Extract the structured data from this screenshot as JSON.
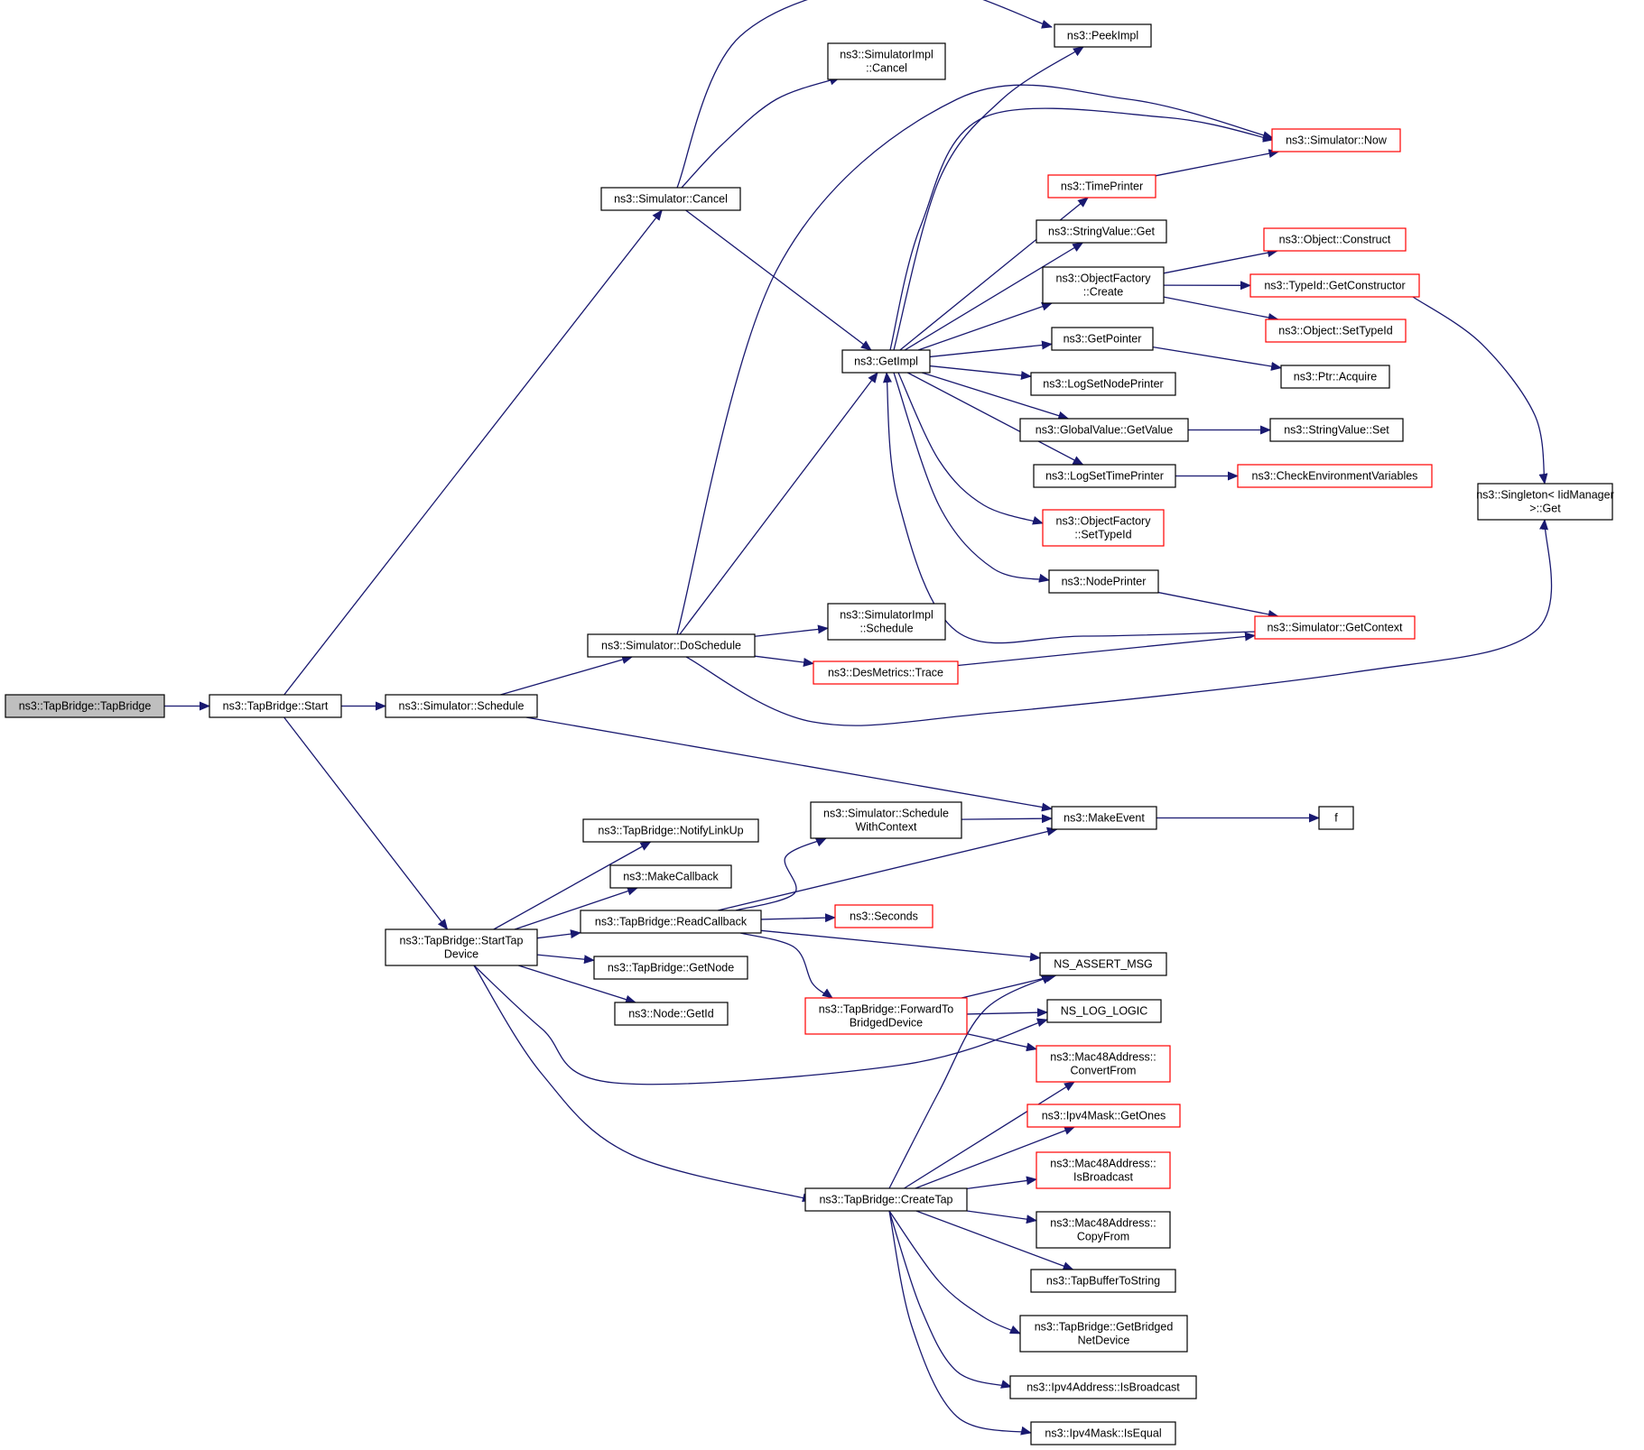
{
  "colors": {
    "edge": "#191970",
    "border_normal": "#000000",
    "border_truncated": "#ff0000",
    "fill_normal": "#ffffff",
    "fill_root": "#bfbfbf"
  },
  "nodes": [
    {
      "id": "n_tapbridge_ctor",
      "lines": [
        "ns3::TapBridge::TapBridge"
      ],
      "style": "root"
    },
    {
      "id": "n_start",
      "lines": [
        "ns3::TapBridge::Start"
      ],
      "style": "normal"
    },
    {
      "id": "n_sim_schedule",
      "lines": [
        "ns3::Simulator::Schedule"
      ],
      "style": "normal"
    },
    {
      "id": "n_sim_cancel",
      "lines": [
        "ns3::Simulator::Cancel"
      ],
      "style": "normal"
    },
    {
      "id": "n_sim_doschedule",
      "lines": [
        "ns3::Simulator::DoSchedule"
      ],
      "style": "normal"
    },
    {
      "id": "n_starttapdevice",
      "lines": [
        "ns3::TapBridge::StartTap",
        "Device"
      ],
      "style": "normal"
    },
    {
      "id": "n_peekimpl",
      "lines": [
        "ns3::PeekImpl"
      ],
      "style": "normal"
    },
    {
      "id": "n_simimpl_cancel",
      "lines": [
        "ns3::SimulatorImpl",
        "::Cancel"
      ],
      "style": "normal"
    },
    {
      "id": "n_sim_now",
      "lines": [
        "ns3::Simulator::Now"
      ],
      "style": "truncated"
    },
    {
      "id": "n_timeprinter",
      "lines": [
        "ns3::TimePrinter"
      ],
      "style": "truncated"
    },
    {
      "id": "n_stringvalue_get",
      "lines": [
        "ns3::StringValue::Get"
      ],
      "style": "normal"
    },
    {
      "id": "n_objfactory_create",
      "lines": [
        "ns3::ObjectFactory",
        "::Create"
      ],
      "style": "normal"
    },
    {
      "id": "n_object_construct",
      "lines": [
        "ns3::Object::Construct"
      ],
      "style": "truncated"
    },
    {
      "id": "n_typeid_getconstructor",
      "lines": [
        "ns3::TypeId::GetConstructor"
      ],
      "style": "truncated"
    },
    {
      "id": "n_object_settypeid",
      "lines": [
        "ns3::Object::SetTypeId"
      ],
      "style": "truncated"
    },
    {
      "id": "n_getimpl",
      "lines": [
        "ns3::GetImpl"
      ],
      "style": "normal"
    },
    {
      "id": "n_getpointer",
      "lines": [
        "ns3::GetPointer"
      ],
      "style": "normal"
    },
    {
      "id": "n_ptr_acquire",
      "lines": [
        "ns3::Ptr::Acquire"
      ],
      "style": "normal"
    },
    {
      "id": "n_logsetnodeprinter",
      "lines": [
        "ns3::LogSetNodePrinter"
      ],
      "style": "normal"
    },
    {
      "id": "n_globalvalue_getvalue",
      "lines": [
        "ns3::GlobalValue::GetValue"
      ],
      "style": "normal"
    },
    {
      "id": "n_stringvalue_set",
      "lines": [
        "ns3::StringValue::Set"
      ],
      "style": "normal"
    },
    {
      "id": "n_logsettimeprinter",
      "lines": [
        "ns3::LogSetTimePrinter"
      ],
      "style": "normal"
    },
    {
      "id": "n_checkenv",
      "lines": [
        "ns3::CheckEnvironmentVariables"
      ],
      "style": "truncated"
    },
    {
      "id": "n_singleton_get",
      "lines": [
        "ns3::Singleton< IidManager",
        ">::Get"
      ],
      "style": "normal"
    },
    {
      "id": "n_objfactory_settypeid",
      "lines": [
        "ns3::ObjectFactory",
        "::SetTypeId"
      ],
      "style": "truncated"
    },
    {
      "id": "n_nodeprinter",
      "lines": [
        "ns3::NodePrinter"
      ],
      "style": "normal"
    },
    {
      "id": "n_simimpl_schedule",
      "lines": [
        "ns3::SimulatorImpl",
        "::Schedule"
      ],
      "style": "normal"
    },
    {
      "id": "n_sim_getcontext",
      "lines": [
        "ns3::Simulator::GetContext"
      ],
      "style": "truncated"
    },
    {
      "id": "n_desmetrics_trace",
      "lines": [
        "ns3::DesMetrics::Trace"
      ],
      "style": "truncated"
    },
    {
      "id": "n_sim_schedulewithcontext",
      "lines": [
        "ns3::Simulator::Schedule",
        "WithContext"
      ],
      "style": "normal"
    },
    {
      "id": "n_makeevent",
      "lines": [
        "ns3::MakeEvent"
      ],
      "style": "normal"
    },
    {
      "id": "n_f",
      "lines": [
        "f"
      ],
      "style": "normal"
    },
    {
      "id": "n_notifylinkup",
      "lines": [
        "ns3::TapBridge::NotifyLinkUp"
      ],
      "style": "normal"
    },
    {
      "id": "n_makecallback",
      "lines": [
        "ns3::MakeCallback"
      ],
      "style": "normal"
    },
    {
      "id": "n_readcallback",
      "lines": [
        "ns3::TapBridge::ReadCallback"
      ],
      "style": "normal"
    },
    {
      "id": "n_seconds",
      "lines": [
        "ns3::Seconds"
      ],
      "style": "truncated"
    },
    {
      "id": "n_tb_getnode",
      "lines": [
        "ns3::TapBridge::GetNode"
      ],
      "style": "normal"
    },
    {
      "id": "n_node_getid",
      "lines": [
        "ns3::Node::GetId"
      ],
      "style": "normal"
    },
    {
      "id": "n_ns_assert_msg",
      "lines": [
        "NS_ASSERT_MSG"
      ],
      "style": "normal"
    },
    {
      "id": "n_forwardtobridged",
      "lines": [
        "ns3::TapBridge::ForwardTo",
        "BridgedDevice"
      ],
      "style": "truncated"
    },
    {
      "id": "n_ns_log_logic",
      "lines": [
        "NS_LOG_LOGIC"
      ],
      "style": "normal"
    },
    {
      "id": "n_mac48_convertfrom",
      "lines": [
        "ns3::Mac48Address::",
        "ConvertFrom"
      ],
      "style": "truncated"
    },
    {
      "id": "n_ipv4mask_getones",
      "lines": [
        "ns3::Ipv4Mask::GetOnes"
      ],
      "style": "truncated"
    },
    {
      "id": "n_mac48_isbroadcast",
      "lines": [
        "ns3::Mac48Address::",
        "IsBroadcast"
      ],
      "style": "truncated"
    },
    {
      "id": "n_createtap",
      "lines": [
        "ns3::TapBridge::CreateTap"
      ],
      "style": "normal"
    },
    {
      "id": "n_mac48_copyfrom",
      "lines": [
        "ns3::Mac48Address::",
        "CopyFrom"
      ],
      "style": "normal"
    },
    {
      "id": "n_tapbuffertostring",
      "lines": [
        "ns3::TapBufferToString"
      ],
      "style": "normal"
    },
    {
      "id": "n_getbridgednetdevice",
      "lines": [
        "ns3::TapBridge::GetBridged",
        "NetDevice"
      ],
      "style": "normal"
    },
    {
      "id": "n_ipv4addr_isbroadcast",
      "lines": [
        "ns3::Ipv4Address::IsBroadcast"
      ],
      "style": "normal"
    },
    {
      "id": "n_ipv4mask_isequal",
      "lines": [
        "ns3::Ipv4Mask::IsEqual"
      ],
      "style": "normal"
    }
  ],
  "edges": [
    {
      "from": "n_tapbridge_ctor",
      "to": "n_start"
    },
    {
      "from": "n_start",
      "to": "n_sim_cancel"
    },
    {
      "from": "n_start",
      "to": "n_sim_schedule"
    },
    {
      "from": "n_start",
      "to": "n_starttapdevice"
    },
    {
      "from": "n_sim_cancel",
      "to": "n_peekimpl"
    },
    {
      "from": "n_sim_cancel",
      "to": "n_simimpl_cancel"
    },
    {
      "from": "n_sim_cancel",
      "to": "n_getimpl"
    },
    {
      "from": "n_sim_schedule",
      "to": "n_sim_doschedule"
    },
    {
      "from": "n_sim_schedule",
      "to": "n_makeevent"
    },
    {
      "from": "n_sim_doschedule",
      "to": "n_sim_now"
    },
    {
      "from": "n_sim_doschedule",
      "to": "n_getimpl"
    },
    {
      "from": "n_sim_doschedule",
      "to": "n_simimpl_schedule"
    },
    {
      "from": "n_sim_doschedule",
      "to": "n_desmetrics_trace"
    },
    {
      "from": "n_sim_doschedule",
      "to": "n_singleton_get"
    },
    {
      "from": "n_getimpl",
      "to": "n_peekimpl"
    },
    {
      "from": "n_getimpl",
      "to": "n_sim_now"
    },
    {
      "from": "n_getimpl",
      "to": "n_timeprinter"
    },
    {
      "from": "n_getimpl",
      "to": "n_stringvalue_get"
    },
    {
      "from": "n_getimpl",
      "to": "n_objfactory_create"
    },
    {
      "from": "n_getimpl",
      "to": "n_getpointer"
    },
    {
      "from": "n_getimpl",
      "to": "n_logsetnodeprinter"
    },
    {
      "from": "n_getimpl",
      "to": "n_globalvalue_getvalue"
    },
    {
      "from": "n_getimpl",
      "to": "n_logsettimeprinter"
    },
    {
      "from": "n_getimpl",
      "to": "n_objfactory_settypeid"
    },
    {
      "from": "n_getimpl",
      "to": "n_nodeprinter"
    },
    {
      "from": "n_sim_getcontext",
      "to": "n_getimpl"
    },
    {
      "from": "n_timeprinter",
      "to": "n_sim_now"
    },
    {
      "from": "n_objfactory_create",
      "to": "n_object_construct"
    },
    {
      "from": "n_objfactory_create",
      "to": "n_typeid_getconstructor"
    },
    {
      "from": "n_objfactory_create",
      "to": "n_object_settypeid"
    },
    {
      "from": "n_typeid_getconstructor",
      "to": "n_singleton_get"
    },
    {
      "from": "n_getpointer",
      "to": "n_ptr_acquire"
    },
    {
      "from": "n_globalvalue_getvalue",
      "to": "n_stringvalue_set"
    },
    {
      "from": "n_logsettimeprinter",
      "to": "n_checkenv"
    },
    {
      "from": "n_nodeprinter",
      "to": "n_sim_getcontext"
    },
    {
      "from": "n_desmetrics_trace",
      "to": "n_sim_getcontext"
    },
    {
      "from": "n_sim_schedulewithcontext",
      "to": "n_makeevent"
    },
    {
      "from": "n_makeevent",
      "to": "n_f"
    },
    {
      "from": "n_starttapdevice",
      "to": "n_notifylinkup"
    },
    {
      "from": "n_starttapdevice",
      "to": "n_makecallback"
    },
    {
      "from": "n_starttapdevice",
      "to": "n_readcallback"
    },
    {
      "from": "n_starttapdevice",
      "to": "n_tb_getnode"
    },
    {
      "from": "n_starttapdevice",
      "to": "n_node_getid"
    },
    {
      "from": "n_starttapdevice",
      "to": "n_ns_log_logic"
    },
    {
      "from": "n_starttapdevice",
      "to": "n_createtap"
    },
    {
      "from": "n_readcallback",
      "to": "n_sim_schedulewithcontext"
    },
    {
      "from": "n_readcallback",
      "to": "n_makeevent"
    },
    {
      "from": "n_readcallback",
      "to": "n_seconds"
    },
    {
      "from": "n_readcallback",
      "to": "n_ns_assert_msg"
    },
    {
      "from": "n_readcallback",
      "to": "n_forwardtobridged"
    },
    {
      "from": "n_forwardtobridged",
      "to": "n_ns_assert_msg"
    },
    {
      "from": "n_forwardtobridged",
      "to": "n_ns_log_logic"
    },
    {
      "from": "n_forwardtobridged",
      "to": "n_mac48_convertfrom"
    },
    {
      "from": "n_createtap",
      "to": "n_ns_assert_msg"
    },
    {
      "from": "n_createtap",
      "to": "n_mac48_convertfrom"
    },
    {
      "from": "n_createtap",
      "to": "n_ipv4mask_getones"
    },
    {
      "from": "n_createtap",
      "to": "n_mac48_isbroadcast"
    },
    {
      "from": "n_createtap",
      "to": "n_mac48_copyfrom"
    },
    {
      "from": "n_createtap",
      "to": "n_tapbuffertostring"
    },
    {
      "from": "n_createtap",
      "to": "n_getbridgednetdevice"
    },
    {
      "from": "n_createtap",
      "to": "n_ipv4addr_isbroadcast"
    },
    {
      "from": "n_createtap",
      "to": "n_ipv4mask_isequal"
    }
  ]
}
